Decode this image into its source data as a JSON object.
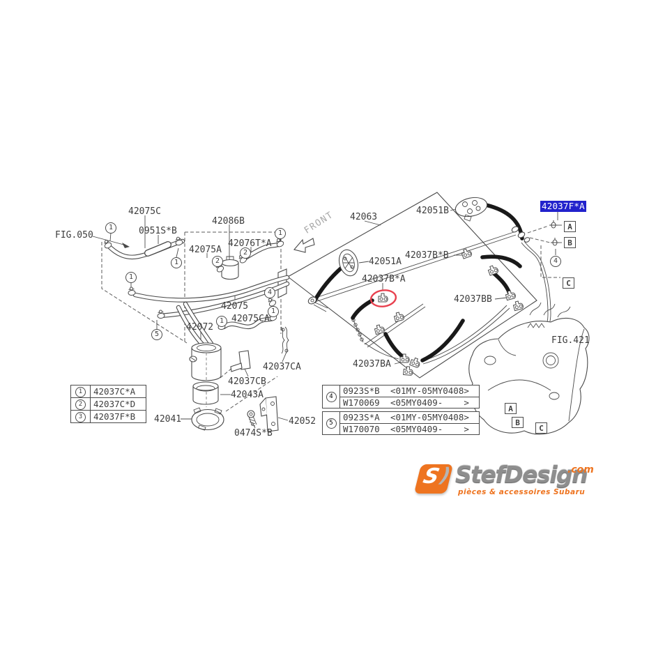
{
  "figure": {
    "fig050": "FIG.050",
    "fig421": "FIG.421",
    "front": "FRONT"
  },
  "parts": {
    "42075c": "42075C",
    "0951sb": "0951S*B",
    "42086b": "42086B",
    "42075a": "42075A",
    "42076ta": "42076T*A",
    "42075": "42075",
    "42072": "42072",
    "42075ca": "42075CA",
    "42063": "42063",
    "42051b": "42051B",
    "42051a": "42051A",
    "42037bstarb": "42037B*B",
    "42037bstara": "42037B*A",
    "42037bb": "42037BB",
    "42037ba": "42037BA",
    "42037ca": "42037CA",
    "42037cb": "42037CB",
    "42043a": "42043A",
    "42041": "42041",
    "0474sb": "0474S*B",
    "42052": "42052"
  },
  "highlighted_part": {
    "text": "42037F*A",
    "bg_color": "#2222cc",
    "text_color": "#ffffff"
  },
  "selection_marker_color": "#e8414f",
  "callouts": {
    "1": "1",
    "2": "2",
    "3": "3",
    "4": "4",
    "5": "5"
  },
  "markers": {
    "a": "A",
    "b": "B",
    "c": "C"
  },
  "legend_table": {
    "rows": [
      {
        "num": "1",
        "part": "42037C*A"
      },
      {
        "num": "2",
        "part": "42037C*D"
      },
      {
        "num": "3",
        "part": "42037F*B"
      }
    ]
  },
  "app_tables": [
    {
      "num": "4",
      "rows": [
        {
          "part": "0923S*B",
          "range": "<01MY-05MY0408>"
        },
        {
          "part": "W170069",
          "range": "<05MY0409-    >"
        }
      ]
    },
    {
      "num": "5",
      "rows": [
        {
          "part": "0923S*A",
          "range": "<01MY-05MY0408>"
        },
        {
          "part": "W170070",
          "range": "<05MY0409-    >"
        }
      ]
    }
  ],
  "logo": {
    "brand": "StefDesign",
    "tld": ".com",
    "tagline": "pièces & accessoires Subaru",
    "accent_color": "#ee7420",
    "monogram": "S"
  }
}
